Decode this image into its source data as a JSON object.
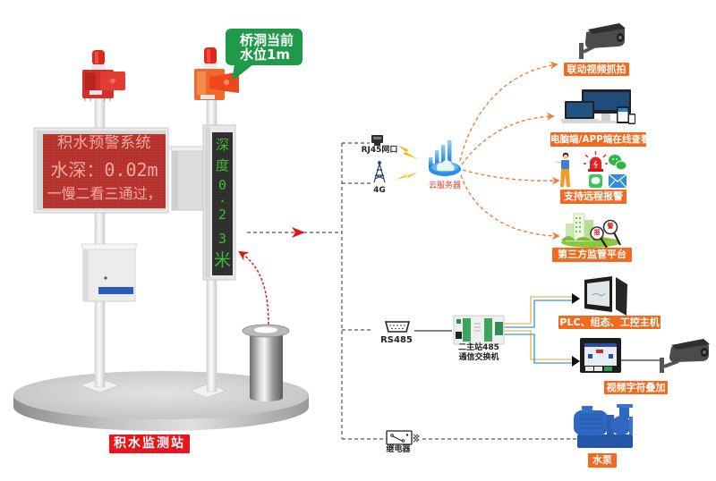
{
  "station": {
    "callout_lines": [
      "桥洞当前",
      "水位1m"
    ],
    "warning_sign_lines": [
      "积水预警系统",
      "水深：0.02m",
      "一慢二看三通过，"
    ],
    "depth_display_chars": [
      "深",
      "度",
      "0",
      "·",
      "2",
      "3",
      "米"
    ],
    "label": "积水监测站"
  },
  "network": {
    "rj45_label": "RJ45网口",
    "cellular_label": "4G",
    "cloud_label": "云服务器",
    "rs485_label": "RS485",
    "switch_label_lines": [
      "二主站485",
      "通信交换机"
    ],
    "relay_label": "继电器"
  },
  "outputs": {
    "video_capture": "联动视频抓拍",
    "online_view": "电脑端/APP端在线查看",
    "remote_alarm": "支持远程报警",
    "third_party_platform": "第三方监管平台",
    "platform_magnifier_chars": [
      "报",
      "警"
    ],
    "plc_host": "PLC、组态、工控主机",
    "video_overlay": "视频字符叠加",
    "water_pump": "水泵"
  },
  "icons": [
    "siren-icon",
    "led-sign-icon",
    "depth-display-icon",
    "water-level-sensor-icon",
    "ethernet-port-icon",
    "cell-tower-icon",
    "lightning-icon",
    "cloud-server-icon",
    "cctv-camera-icon",
    "computer-and-mobile-icon",
    "person-icon",
    "alarm-light-icon",
    "wechat-icon",
    "message-icon",
    "mail-icon",
    "monitoring-platform-icon",
    "serial-port-icon",
    "rs485-switch-icon",
    "industrial-monitor-icon",
    "video-overlay-device-icon",
    "relay-icon",
    "water-pump-icon"
  ],
  "colors": {
    "label_orange": "#f06a1f",
    "callout_green": "#1e9a48",
    "station_label_red": "#e5161d",
    "led_sign_red": "#b3312d",
    "led_sign_text": "#f4aaa0",
    "depth_led_green": "#3cbc3a",
    "cloud_label_red": "#e2442f",
    "flow_arrow_orange": "#ee7d36",
    "link_yellow": "#f2c16a",
    "link_blue": "#5aa8e0"
  }
}
